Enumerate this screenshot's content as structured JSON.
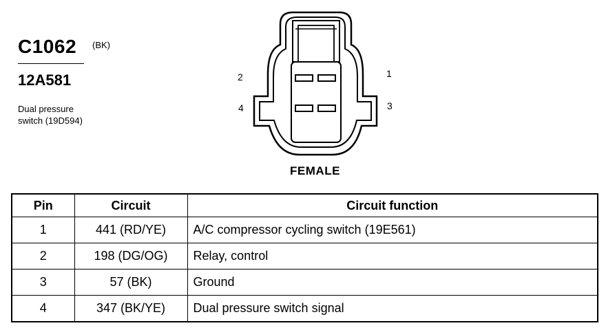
{
  "connector": {
    "code": "C1062",
    "color": "(BK)",
    "part_number": "12A581",
    "description_lines": [
      "Dual pressure",
      "switch (19D594)"
    ],
    "gender": "FEMALE",
    "pin_labels": {
      "p1": "1",
      "p2": "2",
      "p3": "3",
      "p4": "4"
    }
  },
  "table": {
    "headers": {
      "pin": "Pin",
      "circuit": "Circuit",
      "function": "Circuit function"
    },
    "rows": [
      {
        "pin": "1",
        "circuit": "441 (RD/YE)",
        "function": "A/C compressor cycling switch (19E561)"
      },
      {
        "pin": "2",
        "circuit": "198 (DG/OG)",
        "function": "Relay, control"
      },
      {
        "pin": "3",
        "circuit": "57 (BK)",
        "function": "Ground"
      },
      {
        "pin": "4",
        "circuit": "347 (BK/YE)",
        "function": "Dual pressure switch signal"
      }
    ]
  }
}
